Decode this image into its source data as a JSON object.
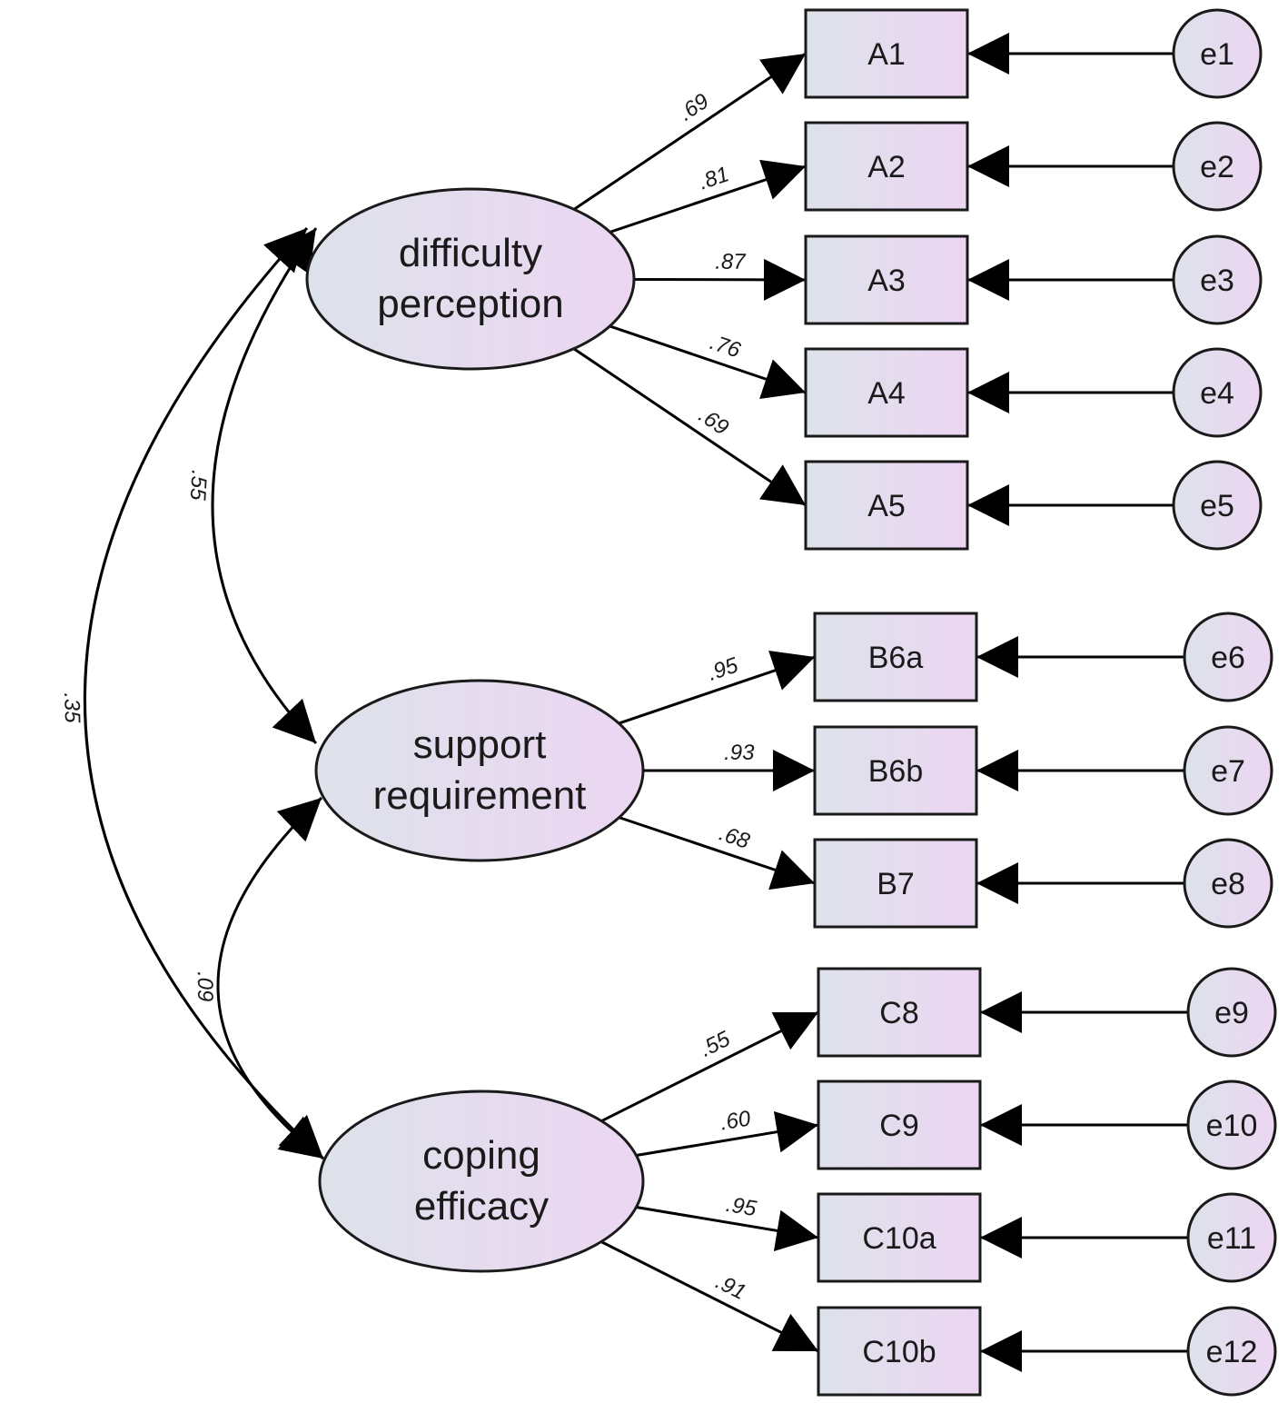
{
  "latents": [
    {
      "id": "difficulty",
      "lines": [
        "difficulty",
        "perception"
      ]
    },
    {
      "id": "support",
      "lines": [
        "support",
        "requirement"
      ]
    },
    {
      "id": "coping",
      "lines": [
        "coping",
        "efficacy"
      ]
    }
  ],
  "items": [
    {
      "label": "A1",
      "error": "e1",
      "loading": ".69",
      "factor": 0
    },
    {
      "label": "A2",
      "error": "e2",
      "loading": ".81",
      "factor": 0
    },
    {
      "label": "A3",
      "error": "e3",
      "loading": ".87",
      "factor": 0
    },
    {
      "label": "A4",
      "error": "e4",
      "loading": ".76",
      "factor": 0
    },
    {
      "label": "A5",
      "error": "e5",
      "loading": ".69",
      "factor": 0
    },
    {
      "label": "B6a",
      "error": "e6",
      "loading": ".95",
      "factor": 1
    },
    {
      "label": "B6b",
      "error": "e7",
      "loading": ".93",
      "factor": 1
    },
    {
      "label": "B7",
      "error": "e8",
      "loading": ".68",
      "factor": 1
    },
    {
      "label": "C8",
      "error": "e9",
      "loading": ".55",
      "factor": 2
    },
    {
      "label": "C9",
      "error": "e10",
      "loading": ".60",
      "factor": 2
    },
    {
      "label": "C10a",
      "error": "e11",
      "loading": ".95",
      "factor": 2
    },
    {
      "label": "C10b",
      "error": "e12",
      "loading": ".91",
      "factor": 2
    }
  ],
  "correlations": [
    {
      "from": 0,
      "to": 1,
      "value": ".55"
    },
    {
      "from": 1,
      "to": 2,
      "value": ".09"
    },
    {
      "from": 0,
      "to": 2,
      "value": ".35"
    }
  ]
}
